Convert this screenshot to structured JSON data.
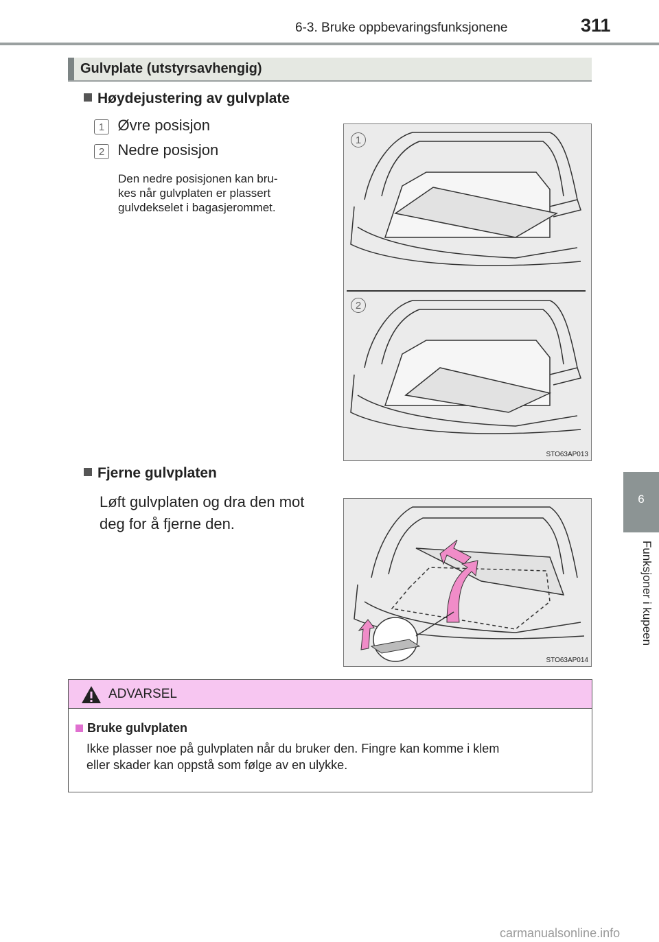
{
  "header": {
    "section": "6-3. Bruke oppbevaringsfunksjonene",
    "page_number": "311"
  },
  "side_tab": {
    "number": "6",
    "label": "Funksjoner i kupeen"
  },
  "section_title": "Gulvplate (utstyrsavhengig)",
  "height_adjust": {
    "heading": "Høydejustering av gulvplate",
    "items": [
      {
        "badge": "1",
        "label": "Øvre posisjon"
      },
      {
        "badge": "2",
        "label": "Nedre posisjon"
      }
    ],
    "note_lines": [
      "Den nedre posisjonen kan bru-",
      "kes når gulvplaten er plassert",
      "gulvdekselet i bagasjerommet."
    ],
    "figure_code": "STO63AP013",
    "figure_badges": [
      "1",
      "2"
    ]
  },
  "remove": {
    "heading": "Fjerne gulvplaten",
    "text_lines": [
      "Løft gulvplaten og dra den mot",
      "deg for å fjerne den."
    ],
    "figure_code": "STO63AP014"
  },
  "warning": {
    "title": "ADVARSEL",
    "subheading": "Bruke gulvplaten",
    "text_lines": [
      "Ikke plasser noe på gulvplaten når du bruker den. Fingre kan komme i klem",
      "eller skader kan oppstå som følge av en ulykke."
    ]
  },
  "watermark": "carmanualsonline.info",
  "colors": {
    "accent_gray": "#8c9494",
    "warning_pink": "#f7c6f1",
    "arrow_pink": "#f08cc8"
  }
}
